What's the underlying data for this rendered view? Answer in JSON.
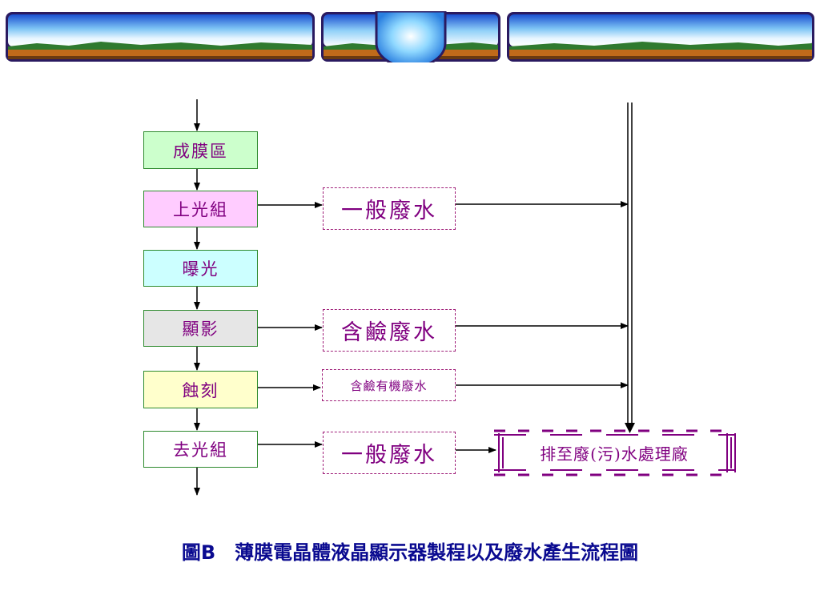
{
  "steps": [
    {
      "label": "成膜區",
      "color": "#ccffcc"
    },
    {
      "label": "上光組",
      "color": "#ffccff"
    },
    {
      "label": "曝光",
      "color": "#ccffff"
    },
    {
      "label": "顯影",
      "color": "#e6e6e6"
    },
    {
      "label": "蝕刻",
      "color": "#ffffcc"
    },
    {
      "label": "去光組",
      "color": "#ffffff"
    }
  ],
  "wastes": {
    "general_1": "一般廢水",
    "alkaline": "含鹼廢水",
    "alkaline_organic": "含鹼有機廢水",
    "general_2": "一般廢水"
  },
  "destination": "排至廢(污)水處理廠",
  "caption": "圖B　薄膜電晶體液晶顯示器製程以及廢水產生流程圖",
  "colors": {
    "arrow": "#000000",
    "node_border": "#2e8b2e",
    "waste_border": "#a0207a",
    "text": "#800080",
    "caption": "#0a0a90"
  }
}
